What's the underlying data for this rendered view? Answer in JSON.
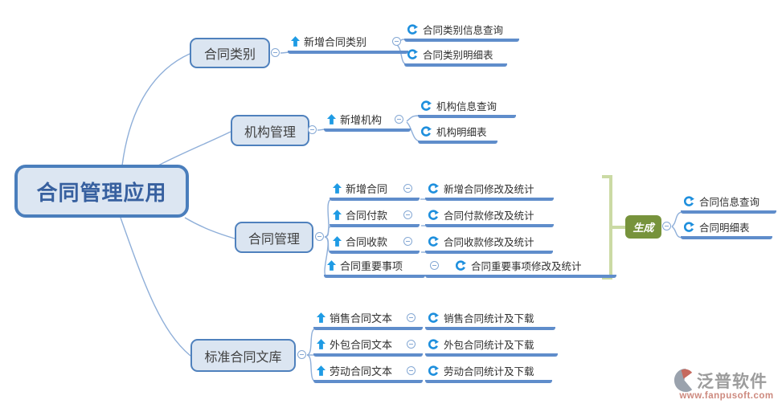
{
  "root": {
    "label": "合同管理应用"
  },
  "branches": [
    {
      "label": "合同类别",
      "items": [
        {
          "label": "新增合同类别",
          "children": [
            {
              "label": "合同类别信息查询"
            },
            {
              "label": "合同类别明细表"
            }
          ]
        }
      ]
    },
    {
      "label": "机构管理",
      "items": [
        {
          "label": "新增机构",
          "children": [
            {
              "label": "机构信息查询"
            },
            {
              "label": "机构明细表"
            }
          ]
        }
      ]
    },
    {
      "label": "合同管理",
      "items": [
        {
          "label": "新增合同",
          "children": [
            {
              "label": "新增合同修改及统计"
            }
          ]
        },
        {
          "label": "合同付款",
          "children": [
            {
              "label": "合同付款修改及统计"
            }
          ]
        },
        {
          "label": "合同收款",
          "children": [
            {
              "label": "合同收款修改及统计"
            }
          ]
        },
        {
          "label": "合同重要事项",
          "children": [
            {
              "label": "合同重要事项修改及统计"
            }
          ]
        }
      ]
    },
    {
      "label": "标准合同文库",
      "items": [
        {
          "label": "销售合同文本",
          "children": [
            {
              "label": "销售合同统计及下载"
            }
          ]
        },
        {
          "label": "外包合同文本",
          "children": [
            {
              "label": "外包合同统计及下载"
            }
          ]
        },
        {
          "label": "劳动合同文本",
          "children": [
            {
              "label": "劳动合同统计及下载"
            }
          ]
        }
      ]
    }
  ],
  "generate": {
    "label": "生成",
    "children": [
      {
        "label": "合同信息查询"
      },
      {
        "label": "合同明细表"
      }
    ]
  },
  "watermark": {
    "brand": "泛普软件",
    "url": "www.fanpusoft.com"
  },
  "colors": {
    "node_fill": "#dbe5f1",
    "node_border": "#4f81bd",
    "topic_line": "#5f8dcb",
    "wire": "#8fafd9",
    "add_icon": "#1e9be4",
    "report_icon": "#1e8fdd",
    "generate_fill": "#77933c",
    "bracket": "#cbdaa4"
  }
}
